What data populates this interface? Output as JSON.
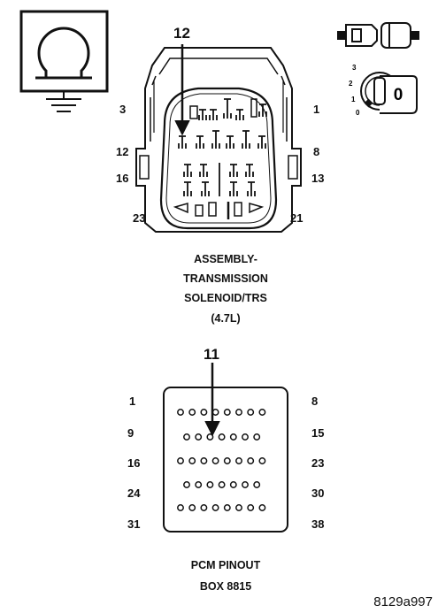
{
  "connector1": {
    "callout": "12",
    "pins": {
      "tl": "3",
      "tr": "1",
      "ml": "12",
      "mr": "8",
      "l16": "16",
      "r13": "13",
      "bl": "23",
      "br": "21"
    },
    "caption": [
      "ASSEMBLY-",
      "TRANSMISSION",
      "SOLENOID/TRS",
      "(4.7L)"
    ]
  },
  "connector2": {
    "callout": "11",
    "rows": [
      {
        "left": "1",
        "right": "8",
        "holes": 8
      },
      {
        "left": "9",
        "right": "15",
        "holes": 7
      },
      {
        "left": "16",
        "right": "23",
        "holes": 8
      },
      {
        "left": "24",
        "right": "30",
        "holes": 7
      },
      {
        "left": "31",
        "right": "38",
        "holes": 8
      }
    ],
    "caption": [
      "PCM PINOUT",
      "BOX 8815"
    ]
  },
  "icons": {
    "meter": "ohmmeter-ground-icon",
    "connector_pair": "connector-disconnect-icon",
    "ignition": "ignition-key-off-icon",
    "ignition_positions": [
      "3",
      "2",
      "1",
      "0"
    ],
    "ignition_key_label": "0"
  },
  "figure_id": "8129a997"
}
